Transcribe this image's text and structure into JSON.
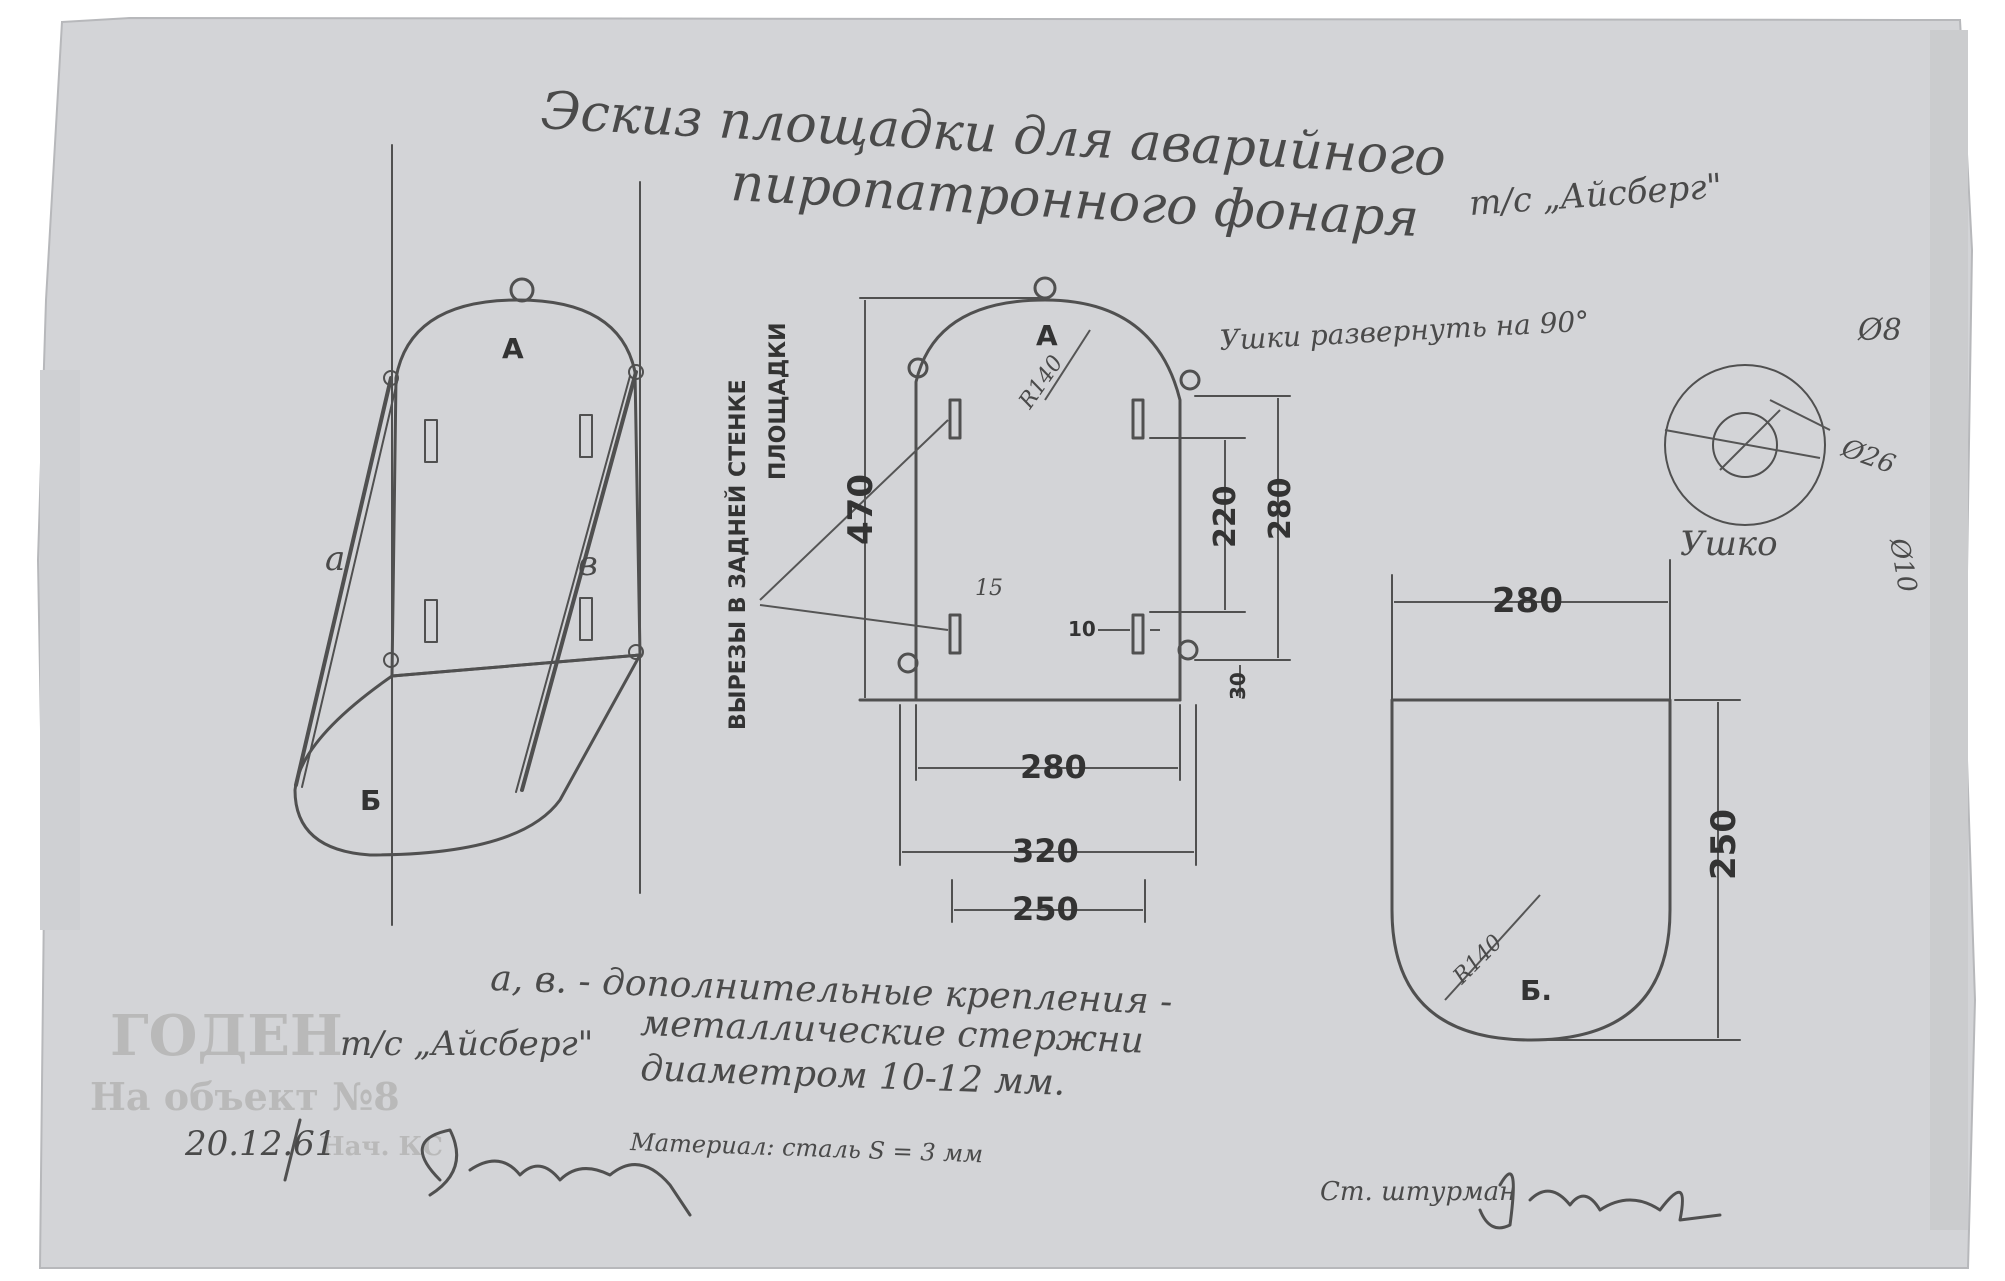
{
  "title": {
    "line1": "Эскиз площадки для аварийного",
    "line2": "пиропатронного фонаря",
    "vessel_note": "т/с „Айсберг\""
  },
  "perspective_view": {
    "label_A": "А",
    "label_B": "Б",
    "label_a": "а",
    "label_v": "в"
  },
  "back_wall_view": {
    "label_A": "А",
    "radius": "R140",
    "cutouts_note_line1": "ВЫРЕЗЫ В ЗАДНЕЙ СТЕНКЕ",
    "cutouts_note_line2": "ПЛОЩАДКИ",
    "cut_size": "15",
    "dims": {
      "height": "470",
      "cut_spacing": "220",
      "eye_spacing": "280",
      "bottom_offset": "30",
      "cut_width": "10",
      "width_inner": "280",
      "width_total": "320",
      "width_base": "250"
    }
  },
  "eye_note": "Ушки развернуть на 90°",
  "eye_detail": {
    "d_outer": "Ø8",
    "d_inner": "Ø26",
    "d_mid": "Ø10",
    "label": "Ушко"
  },
  "platform_view": {
    "label": "Б.",
    "radius": "R140",
    "width": "280",
    "depth": "250"
  },
  "notes": {
    "line1": "а, в. - дополнительные крепления -",
    "line2": "металлические стержни",
    "line3": "диаметром 10-12 мм."
  },
  "vessel_note_bottom": "т/с „Айсберг\"",
  "material": "Материал: сталь   S = 3 мм",
  "stamp": {
    "line1": "ГОДЕН",
    "line2": "На объект №8",
    "line3": "Нач. КС"
  },
  "date": "20.12.61",
  "signature_note": "Ст. штурман"
}
